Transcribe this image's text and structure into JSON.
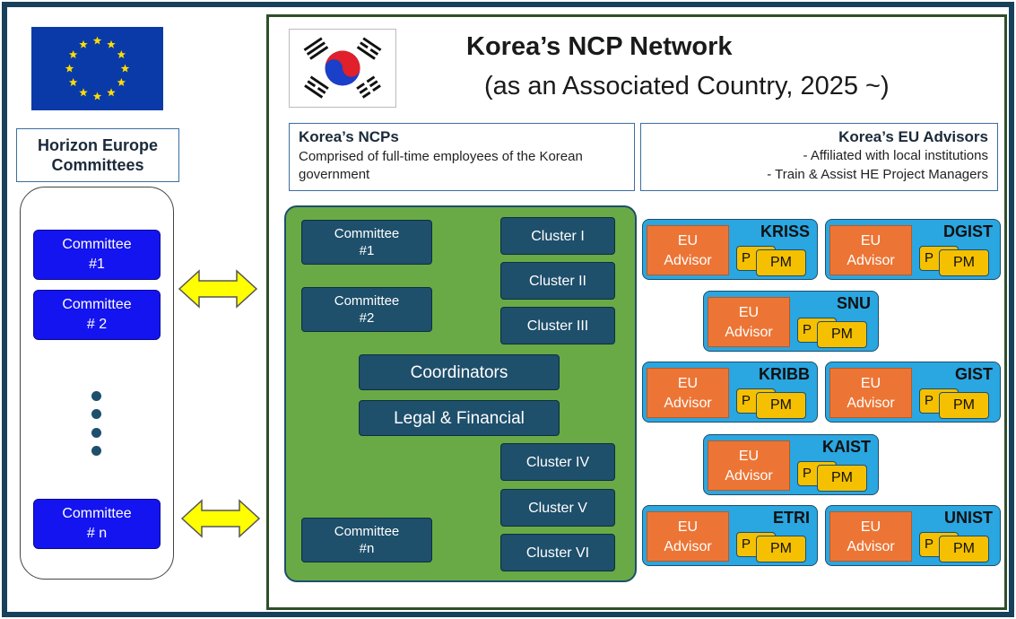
{
  "left": {
    "he_title": "Horizon Europe Committees",
    "committees": [
      {
        "label": "Committee\n#1"
      },
      {
        "label": "Committee\n# 2"
      },
      {
        "label": "Committee\n# n"
      }
    ]
  },
  "header": {
    "title_line1": "Korea’s NCP Network",
    "title_line2": "(as an Associated Country, 2025 ~)"
  },
  "ncps": {
    "heading": "Korea’s NCPs",
    "desc": "Comprised of full-time employees of the Korean government"
  },
  "advisors": {
    "heading": "Korea’s EU Advisors",
    "line1": "- Affiliated with local institutions",
    "line2": "- Train & Assist HE Project Managers"
  },
  "green": {
    "committee1": "Committee\n#1",
    "committee2": "Committee\n#2",
    "committeeN": "Committee\n#n",
    "clusters": [
      "Cluster I",
      "Cluster II",
      "Cluster III",
      "Cluster IV",
      "Cluster V",
      "Cluster VI"
    ],
    "coordinators": "Coordinators",
    "legal": "Legal & Financial"
  },
  "units": {
    "eu_label": "EU\nAdvisor",
    "p_label": "P",
    "pm_label": "PM",
    "institutions": [
      "KRISS",
      "DGIST",
      "SNU",
      "KRIBB",
      "GIST",
      "KAIST",
      "ETRI",
      "UNIST"
    ]
  },
  "colors": {
    "frame": "#17405a",
    "committee_blue": "#1414f0",
    "green_panel": "#6aaa46",
    "dark_teal": "#1e4f6b",
    "sky_blue": "#2aa6e0",
    "orange": "#ec7535",
    "yellow": "#f5c000",
    "arrow_yellow": "#ffff00"
  }
}
